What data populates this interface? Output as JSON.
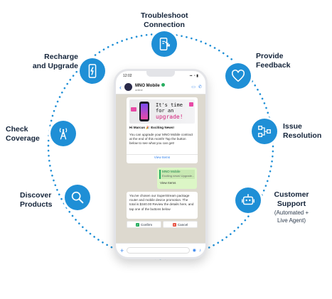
{
  "nodes": {
    "troubleshoot": {
      "label_line1": "Troubleshoot",
      "label_line2": "Connection",
      "icon": "device-wrench-icon"
    },
    "recharge": {
      "label_line1": "Recharge",
      "label_line2": "and Upgrade",
      "icon": "phone-charge-icon"
    },
    "feedback": {
      "label_line1": "Provide",
      "label_line2": "Feedback",
      "icon": "heart-icon"
    },
    "coverage": {
      "label_line1": "Check",
      "label_line2": "Coverage",
      "icon": "cell-tower-icon"
    },
    "issue": {
      "label_line1": "Issue",
      "label_line2": "Resolution",
      "icon": "workflow-icon"
    },
    "discover": {
      "label_line1": "Discover",
      "label_line2": "Products",
      "icon": "magnifier-icon"
    },
    "support": {
      "label_line1": "Customer",
      "label_line2": "Support",
      "sub_line1": "(Automated +",
      "sub_line2": "Live Agent)",
      "icon": "robot-icon"
    }
  },
  "colors": {
    "accent": "#1f8fd6",
    "dots": "#1f8fd6",
    "label": "#14243a"
  },
  "phone": {
    "status_time": "12:02",
    "status_right": "▪▪ ◔ ▮",
    "contact_name": "MNO Mobile",
    "contact_sub": "online",
    "promo_line1": "It's time",
    "promo_line2": "for an",
    "promo_line3": "upgrade!",
    "greeting": "Hi Marcus 🎉 Exciting News!",
    "body1": "You can upgrade your MNO Mobile contract at the end of this month! Tap the button below to see what you can get!",
    "view_items": "View Items",
    "reply_title": "MNO Mobile",
    "reply_quote": "Exciting news! Upgrade...",
    "reply_action": "View Items",
    "body2": "You've chosen our SuperStream package router and mobile device promotion. The total is $340.00 Review the details here, and tap one of the buttons below",
    "confirm": "Confirm",
    "cancel": "Cancel"
  }
}
